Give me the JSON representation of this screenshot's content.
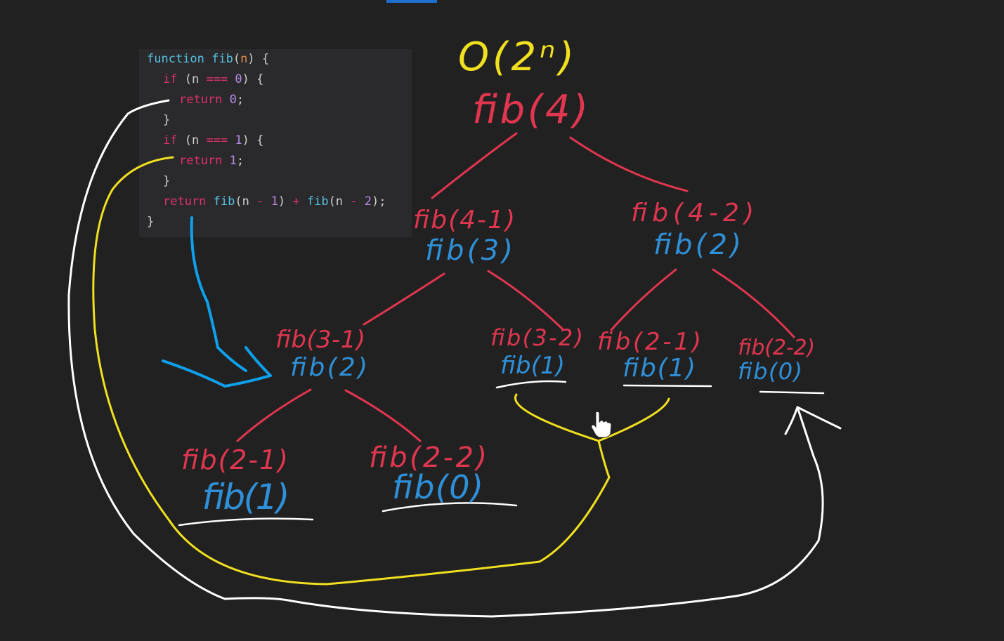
{
  "code": {
    "line1": {
      "kw": "function",
      "name": "fib",
      "open": "(",
      "param": "n",
      "close": ") {"
    },
    "line2": {
      "kw": "if",
      "open": " (n ",
      "op": "===",
      "num": "0",
      "close": ") {"
    },
    "line3": {
      "kw": "return",
      "num": "0",
      "semi": ";"
    },
    "line4": {
      "brace": "}"
    },
    "line5": {
      "kw": "if",
      "open": " (n ",
      "op": "===",
      "num": "1",
      "close": ") {"
    },
    "line6": {
      "kw": "return",
      "num": "1",
      "semi": ";"
    },
    "line7": {
      "brace": "}"
    },
    "line8": {
      "kw": "return",
      "call1": "fib",
      "a1": "(n ",
      "op1": "-",
      "n1": "1",
      "c1": ") ",
      "plus": "+",
      "call2": "fib",
      "a2": "(n ",
      "op2": "-",
      "n2": "2",
      "c2": ");"
    },
    "line9": {
      "brace": "}"
    }
  },
  "diagram": {
    "complexity": "O(2ⁿ)",
    "root": "fib(4)",
    "nodes": {
      "left_expr": "fib(4-1)",
      "left_val": "fib(3)",
      "right_expr": "fib(4-2)",
      "right_val": "fib(2)",
      "ll_expr": "fib(3-1)",
      "ll_val": "fib(2)",
      "lr_expr": "fib(3-2)",
      "lr_val": "fib(1)",
      "rl_expr": "fib(2-1)",
      "rl_val": "fib(1)",
      "rr_expr": "fib(2-2)",
      "rr_val": "fib(0)",
      "lll_expr": "fib(2-1)",
      "lll_val": "fib(1)",
      "llr_expr": "fib(2-2)",
      "llr_val": "fib(0)"
    }
  },
  "colors": {
    "background": "#222121",
    "panel": "#2a2a2c",
    "red_ink": "#e0364f",
    "blue_ink": "#2e90d8",
    "yellow_ink": "#f0e020",
    "white_ink": "#ffffff"
  }
}
